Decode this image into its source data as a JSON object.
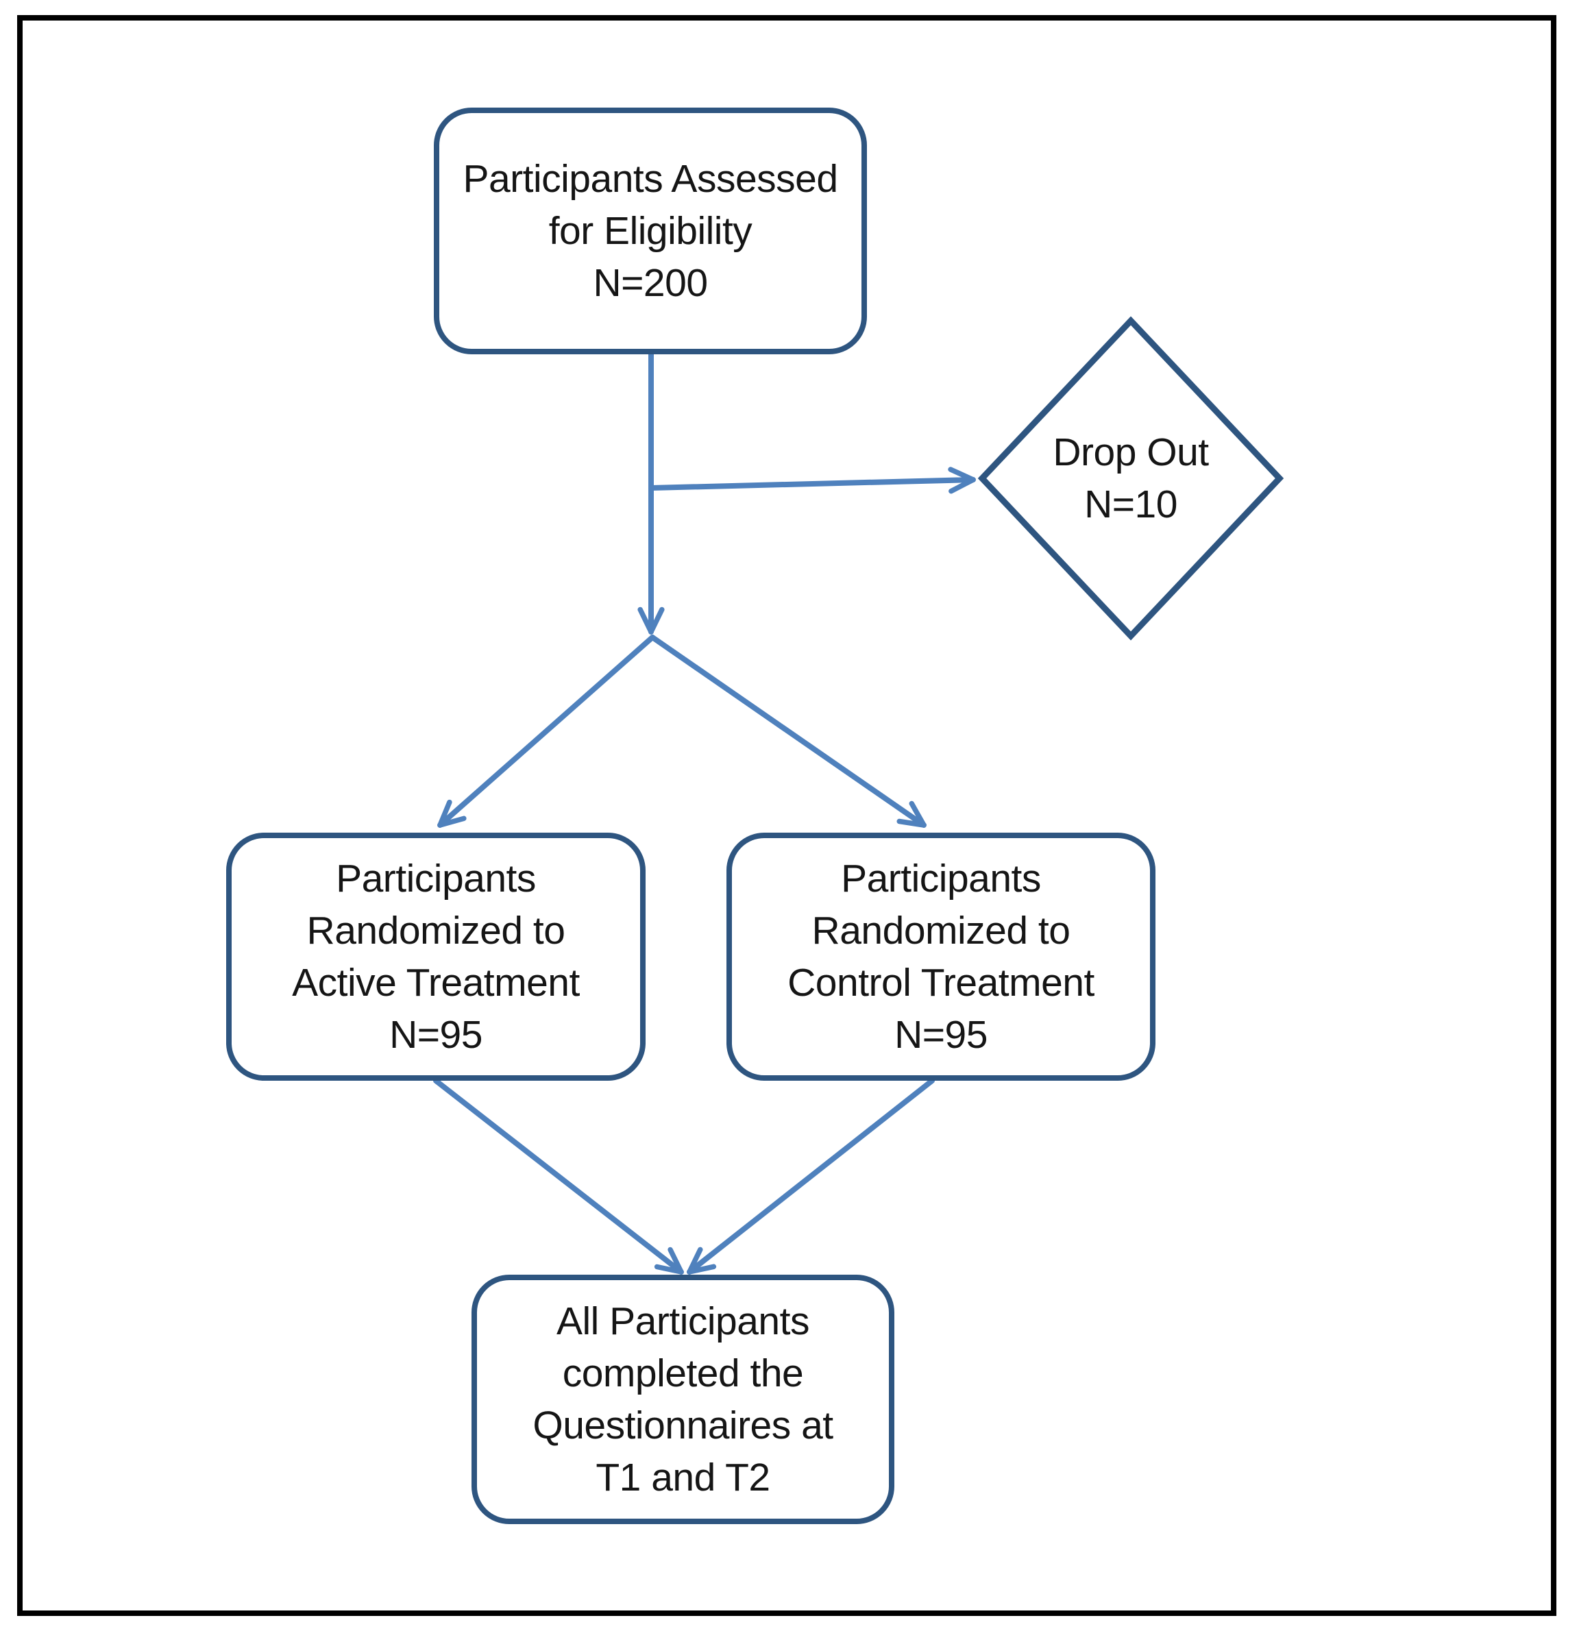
{
  "diagram": {
    "type": "flowchart",
    "colors": {
      "node_border": "#2e5580",
      "arrow": "#4f81bd",
      "outer_border": "#000000",
      "text": "#151515",
      "node_fill": "#ffffff",
      "background": "#ffffff"
    },
    "nodes": {
      "assessed": {
        "shape": "rounded-rectangle",
        "text": "Participants Assessed\nfor Eligibility\nN=200",
        "n": 200
      },
      "dropout": {
        "shape": "diamond",
        "text": "Drop Out\nN=10",
        "n": 10
      },
      "active": {
        "shape": "rounded-rectangle",
        "text": "Participants\nRandomized to\nActive Treatment\nN=95",
        "n": 95
      },
      "control": {
        "shape": "rounded-rectangle",
        "text": "Participants\nRandomized to\nControl Treatment\nN=95",
        "n": 95
      },
      "completed": {
        "shape": "rounded-rectangle",
        "text": "All Participants\ncompleted the\nQuestionnaires at\nT1 and T2",
        "n": null
      }
    },
    "edges": [
      {
        "from": "assessed",
        "to": "dropout"
      },
      {
        "from": "assessed",
        "to": "active"
      },
      {
        "from": "assessed",
        "to": "control"
      },
      {
        "from": "active",
        "to": "completed"
      },
      {
        "from": "control",
        "to": "completed"
      }
    ]
  }
}
